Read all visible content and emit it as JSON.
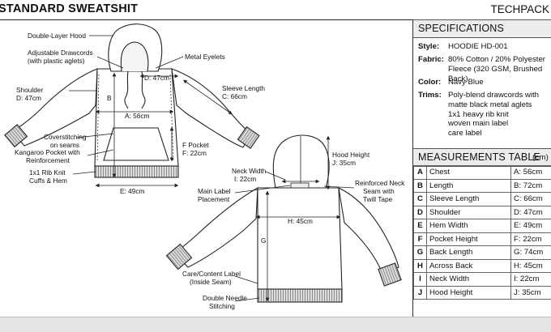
{
  "header": {
    "title": "STANDARD SWEATSHIT",
    "tag": "TECHPACK"
  },
  "front_callouts": {
    "double_hood": "Double-Layer Hood",
    "drawcords_1": "Adjustable Drawcords",
    "drawcords_2": "(with plastic aglets)",
    "eyelets": "Metal Eyelets",
    "shoulder_1": "Shoulder",
    "shoulder_2": "D: 47cm",
    "shoulder_d": "D: 47cm",
    "sleeve_1": "Sleeve Length",
    "sleeve_2": "C: 66cm",
    "b": "B",
    "chest": "A: 56cm",
    "cover_1": "Coverstitching",
    "cover_2": "on seams",
    "pocket_1": "Kangaroo Pocket with",
    "pocket_2": "Reinforcement",
    "fpocket_1": "F Pocket",
    "fpocket_2": "F: 22cm",
    "rib_1": "1x1 Rib Knit",
    "rib_2": "Cuffs & Hem",
    "hem": "E: 49cm"
  },
  "back_callouts": {
    "neck_1": "Neck Width",
    "neck_2": "I: 22cm",
    "hood_1": "Hood Height",
    "hood_2": "J: 35cm",
    "mainlabel_1": "Main Label",
    "mainlabel_2": "Placement",
    "reinforced_1": "Reinforced Neck",
    "reinforced_2": "Seam with",
    "reinforced_3": "Twill Tape",
    "across": "H: 45cm",
    "g": "G",
    "care_1": "Care/Content Label",
    "care_2": "(Inside Seam)",
    "double_1": "Double Needle",
    "double_2": "Stitching"
  },
  "specifications": {
    "heading": "SPECIFICATIONS",
    "style_label": "Style:",
    "style_value": "HOODIE HD-001",
    "fabric_label": "Fabric:",
    "fabric_l1": "80% Cotton / 20% Polyester",
    "fabric_l2": "Fleece (320 GSM, Brushed Back)",
    "color_label": "Color:",
    "color_value": "Navy Blue",
    "trims_label": "Trims:",
    "trims_l1": "Poly-blend drawcords with",
    "trims_l2": "matte black metal aglets",
    "trims_l3": "1x1 heavy rib knit",
    "trims_l4": "woven main label",
    "trims_l5": "care label"
  },
  "measurements": {
    "heading": "MEASUREMENTS TABLE",
    "unit": "(cm)",
    "rows": [
      {
        "code": "A",
        "name": "Chest",
        "value": "A: 56cm"
      },
      {
        "code": "B",
        "name": "Length",
        "value": "B: 72cm"
      },
      {
        "code": "C",
        "name": "Sleeve Length",
        "value": "C: 66cm"
      },
      {
        "code": "D",
        "name": "Shoulder",
        "value": "D: 47cm"
      },
      {
        "code": "E",
        "name": "Hem Width",
        "value": "E: 49cm"
      },
      {
        "code": "F",
        "name": "Pocket Height",
        "value": "F: 22cm"
      },
      {
        "code": "G",
        "name": "Back Length",
        "value": "G: 74cm"
      },
      {
        "code": "H",
        "name": "Across Back",
        "value": "H: 45cm"
      },
      {
        "code": "I",
        "name": "Neck Width",
        "value": "I: 22cm"
      },
      {
        "code": "J",
        "name": "Hood Height",
        "value": "J: 35cm"
      }
    ]
  }
}
